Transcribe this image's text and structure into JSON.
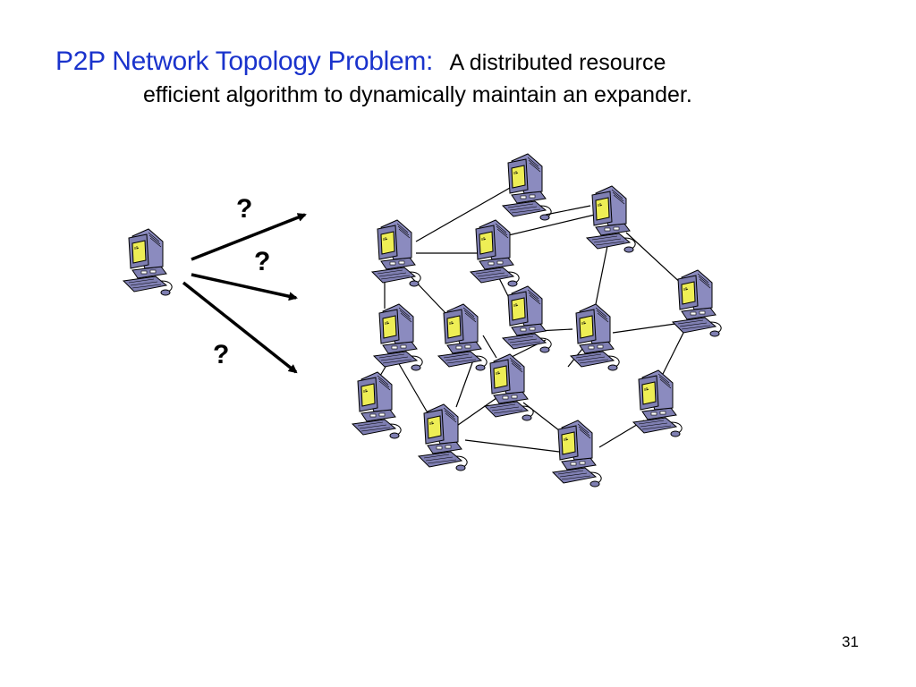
{
  "slide": {
    "title": "P2P Network Topology Problem:",
    "subtitle_part1": "A distributed resource",
    "subtitle_part2": "efficient algorithm to dynamically maintain an  expander.",
    "page_number": "31"
  },
  "diagram": {
    "arrow_labels": [
      "?",
      "?",
      "?"
    ],
    "node_icon": "computer-icon",
    "colors": {
      "monitor": "#7f7fb2",
      "screen": "#eeee55",
      "outline": "#000000"
    }
  }
}
